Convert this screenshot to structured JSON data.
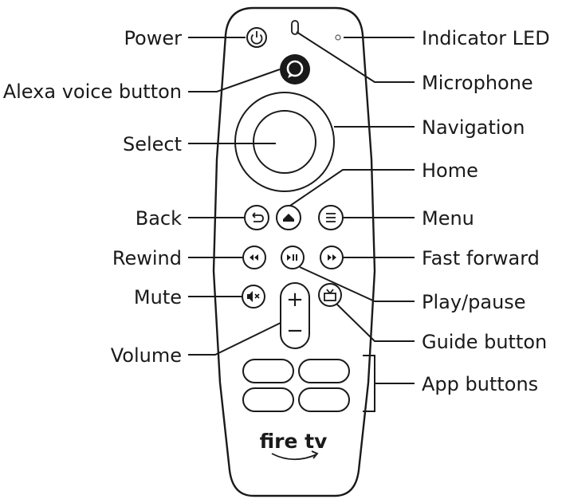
{
  "labels": {
    "power": "Power",
    "alexa": "Alexa voice button",
    "select": "Select",
    "back": "Back",
    "rewind": "Rewind",
    "mute": "Mute",
    "volume": "Volume",
    "indicator_led": "Indicator LED",
    "microphone": "Microphone",
    "navigation": "Navigation",
    "home": "Home",
    "menu": "Menu",
    "fast_forward": "Fast forward",
    "play_pause": "Play/pause",
    "guide": "Guide button",
    "app_buttons": "App buttons"
  },
  "remote": {
    "brand": "fire tv",
    "volume_plus": "+",
    "volume_minus": "−"
  },
  "icons": {
    "power": "power-icon",
    "alexa": "alexa-icon",
    "back": "back-arrow-icon",
    "home": "home-icon",
    "menu": "menu-icon",
    "rewind": "rewind-icon",
    "play_pause": "play-pause-icon",
    "fast_forward": "fast-forward-icon",
    "mute": "mute-icon",
    "guide": "tv-guide-icon"
  }
}
